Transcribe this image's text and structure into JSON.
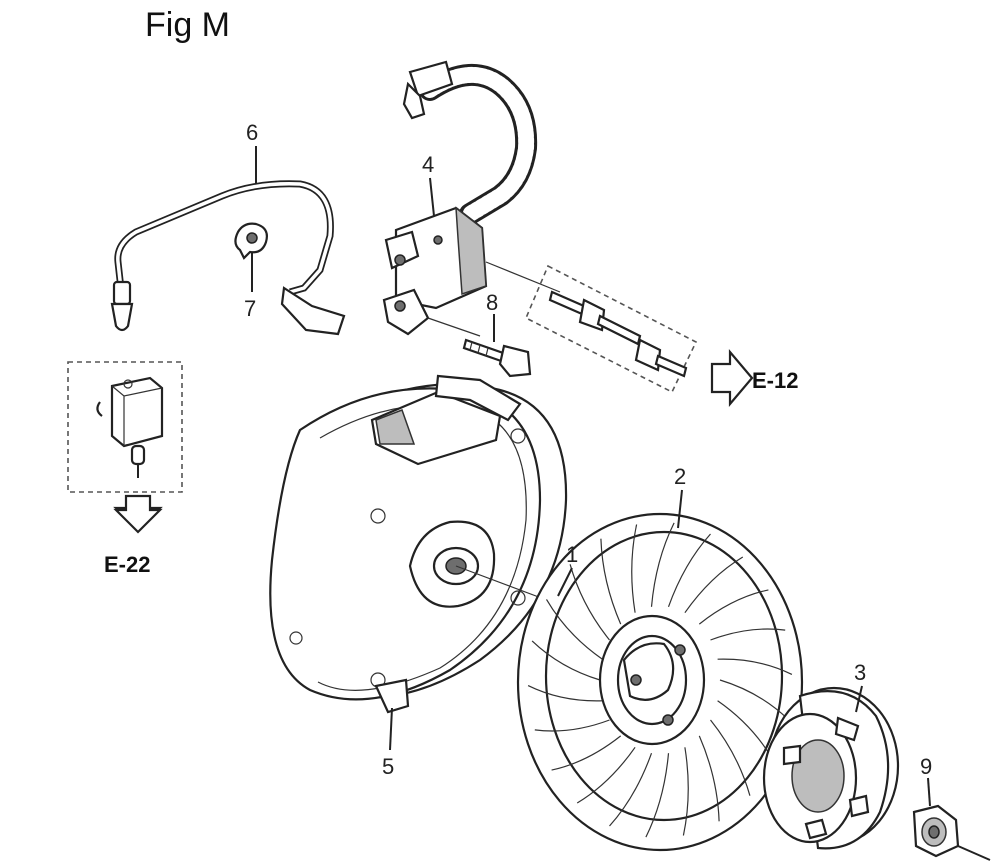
{
  "figure": {
    "title": "Fig M"
  },
  "callouts": [
    {
      "id": "1",
      "label": "1"
    },
    {
      "id": "2",
      "label": "2"
    },
    {
      "id": "3",
      "label": "3"
    },
    {
      "id": "4",
      "label": "4"
    },
    {
      "id": "5",
      "label": "5"
    },
    {
      "id": "6",
      "label": "6"
    },
    {
      "id": "7",
      "label": "7"
    },
    {
      "id": "8",
      "label": "8"
    },
    {
      "id": "9",
      "label": "9"
    }
  ],
  "references": [
    {
      "id": "e12",
      "label": "E-12"
    },
    {
      "id": "e22",
      "label": "E-22"
    }
  ]
}
